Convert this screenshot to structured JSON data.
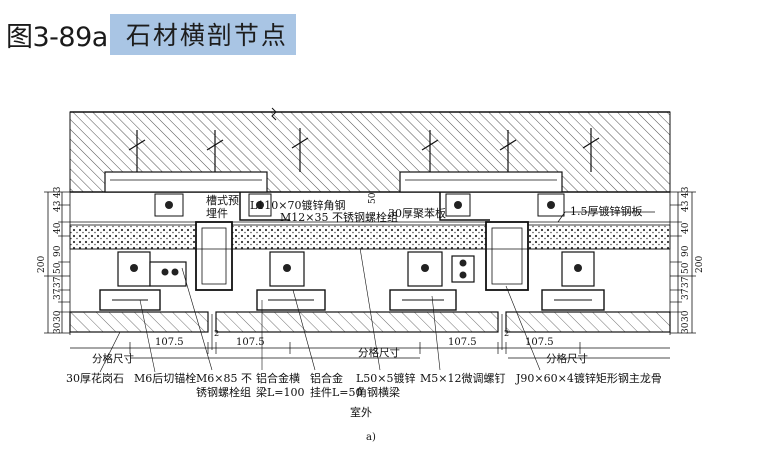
{
  "title": {
    "figure_number": "图3-89a",
    "caption": "石材横剖节点"
  },
  "callouts": {
    "channel_embed_1": "槽式预",
    "channel_embed_2": "埋件",
    "angle_steel": "L110×70镀锌角钢",
    "bolt_group": "M12×35 不锈钢螺栓组",
    "insulation": "30厚聚苯板",
    "steel_plate": "1.5厚镀锌钢板"
  },
  "dimensions": {
    "d43a": "43",
    "d43b": "43",
    "d40": "40",
    "d90": "90",
    "d50": "50",
    "d37a": "37",
    "d37b": "37",
    "d30a": "30",
    "d30b": "30",
    "d200": "200",
    "d1075": "107.5",
    "joint": "2",
    "grid": "分格尺寸"
  },
  "bottom_labels": {
    "granite": "30厚花岗石",
    "anchor_bolt": "M6后切锚栓",
    "ss_bolt_1": "M6×85 不",
    "ss_bolt_2": "锈钢螺栓组",
    "al_beam_1": "铝合金横",
    "al_beam_2": "梁L=100",
    "al_hanger_1": "铝合金",
    "al_hanger_2": "挂件L=50",
    "angle_beam_1": "L50×5镀锌",
    "angle_beam_2": "角钢横梁",
    "adj_screw": "M5×12微调螺钉",
    "keel": "J90×60×4镀锌矩形钢主龙骨"
  },
  "exterior": "室外",
  "sublabel": "a)"
}
